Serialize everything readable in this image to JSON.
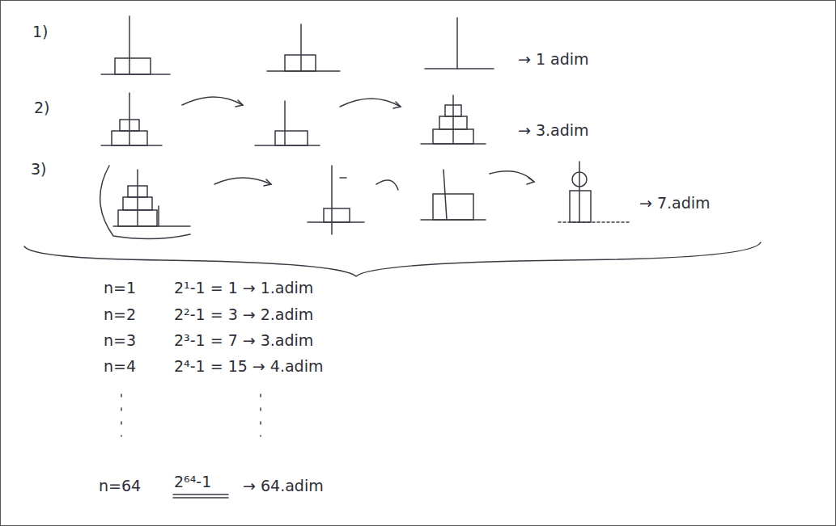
{
  "diagram": {
    "labels": [
      "1)",
      "→ 1 adim",
      "2)",
      "→ 3.adim",
      "3)",
      "→ 7.adim",
      "n=1",
      "2¹-1 = 1 → 1.adim",
      "n=2",
      "2²-1 = 3 → 2.adim",
      "n=3",
      "2³-1 = 7 → 3.adim",
      "n=4",
      "2⁴-1 = 15 → 4.adim",
      "n=64",
      "2⁶⁴-1",
      "→ 64.adim"
    ]
  }
}
